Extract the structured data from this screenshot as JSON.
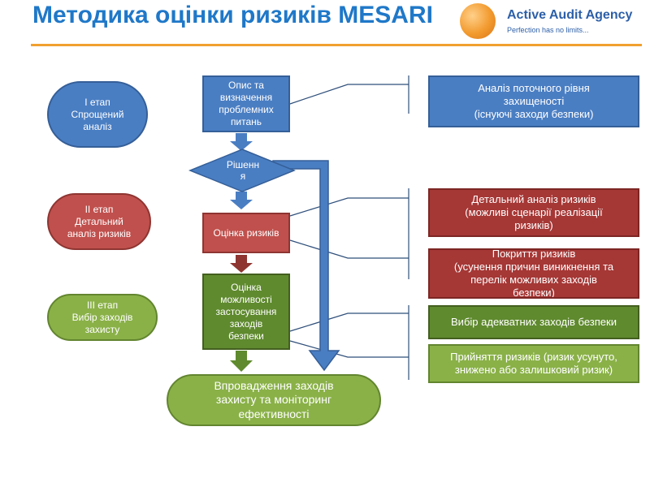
{
  "header": {
    "title": "Методика оцінки ризиків MESARI"
  },
  "logo": {
    "name": "Active Audit Agency",
    "tagline": "Perfection has no limits..."
  },
  "stages": [
    {
      "label": "І етап\nСпрощений\nаналіз"
    },
    {
      "label": "ІІ етап\nДетальний\nаналіз ризиків"
    },
    {
      "label": "ІІІ етап\nВибір заходів\nзахисту"
    }
  ],
  "flow": {
    "describe": "Опис та\nвизначення\nпроблемних\nпитань",
    "decision": "Рішенн\nя",
    "assess": "Оцінка ризиків",
    "applicability": "Оцінка\nможливості\nзастосування\nзаходів\nбезпеки",
    "implement": "Впровадження заходів\nзахисту та моніторинг\nефективності"
  },
  "outcomes": [
    {
      "label": "Аналіз поточного рівня\nзахищеності\n(існуючі заходи безпеки)"
    },
    {
      "label": "Детальний аналіз ризиків\n(можливі сценарії реалізації\nризиків)"
    },
    {
      "label": "Покриття ризиків\n(усунення причин виникнення та\nперелік можливих заходів\nбезпеки)"
    },
    {
      "label": "Вибір адекватних заходів безпеки"
    },
    {
      "label": "Прийняття ризиків (ризик усунуто,\nзнижено або залишковий ризик)"
    }
  ],
  "colors": {
    "title": "#1f78c8",
    "rule": "#f0a030",
    "blue": "#4a7ec3",
    "red": "#c0504d",
    "green": "#8ab148",
    "dark_green": "#5f8a2e"
  }
}
